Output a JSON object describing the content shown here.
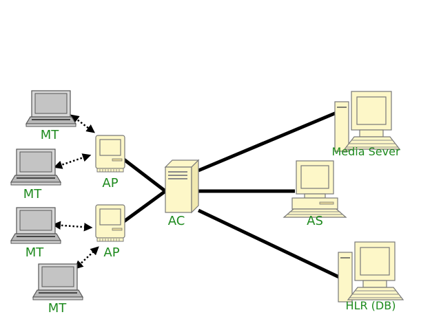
{
  "diagram": {
    "type": "network-topology",
    "label_color": "#1e8a1e",
    "device_fill": "#fdf7c8",
    "laptop_fill": "#c8c8c8",
    "nodes": [
      {
        "id": "mt1",
        "kind": "laptop",
        "label": "MT"
      },
      {
        "id": "mt2",
        "kind": "laptop",
        "label": "MT"
      },
      {
        "id": "mt3",
        "kind": "laptop",
        "label": "MT"
      },
      {
        "id": "mt4",
        "kind": "laptop",
        "label": "MT"
      },
      {
        "id": "ap1",
        "kind": "access-point",
        "label": "AP"
      },
      {
        "id": "ap2",
        "kind": "access-point",
        "label": "AP"
      },
      {
        "id": "ac",
        "kind": "tower-server",
        "label": "AC"
      },
      {
        "id": "media",
        "kind": "workstation",
        "label": "Media Sever"
      },
      {
        "id": "as",
        "kind": "desktop",
        "label": "AS"
      },
      {
        "id": "hlr",
        "kind": "workstation",
        "label": "HLR (DB)"
      }
    ],
    "links": [
      {
        "from": "mt1",
        "to": "ap1",
        "style": "wireless-dotted-bidirectional"
      },
      {
        "from": "mt2",
        "to": "ap1",
        "style": "wireless-dotted-bidirectional"
      },
      {
        "from": "mt3",
        "to": "ap2",
        "style": "wireless-dotted-bidirectional"
      },
      {
        "from": "mt4",
        "to": "ap2",
        "style": "wireless-dotted-bidirectional"
      },
      {
        "from": "ap1",
        "to": "ac",
        "style": "wired-solid"
      },
      {
        "from": "ap2",
        "to": "ac",
        "style": "wired-solid"
      },
      {
        "from": "ac",
        "to": "media",
        "style": "wired-solid"
      },
      {
        "from": "ac",
        "to": "as",
        "style": "wired-solid"
      },
      {
        "from": "ac",
        "to": "hlr",
        "style": "wired-solid"
      }
    ]
  }
}
